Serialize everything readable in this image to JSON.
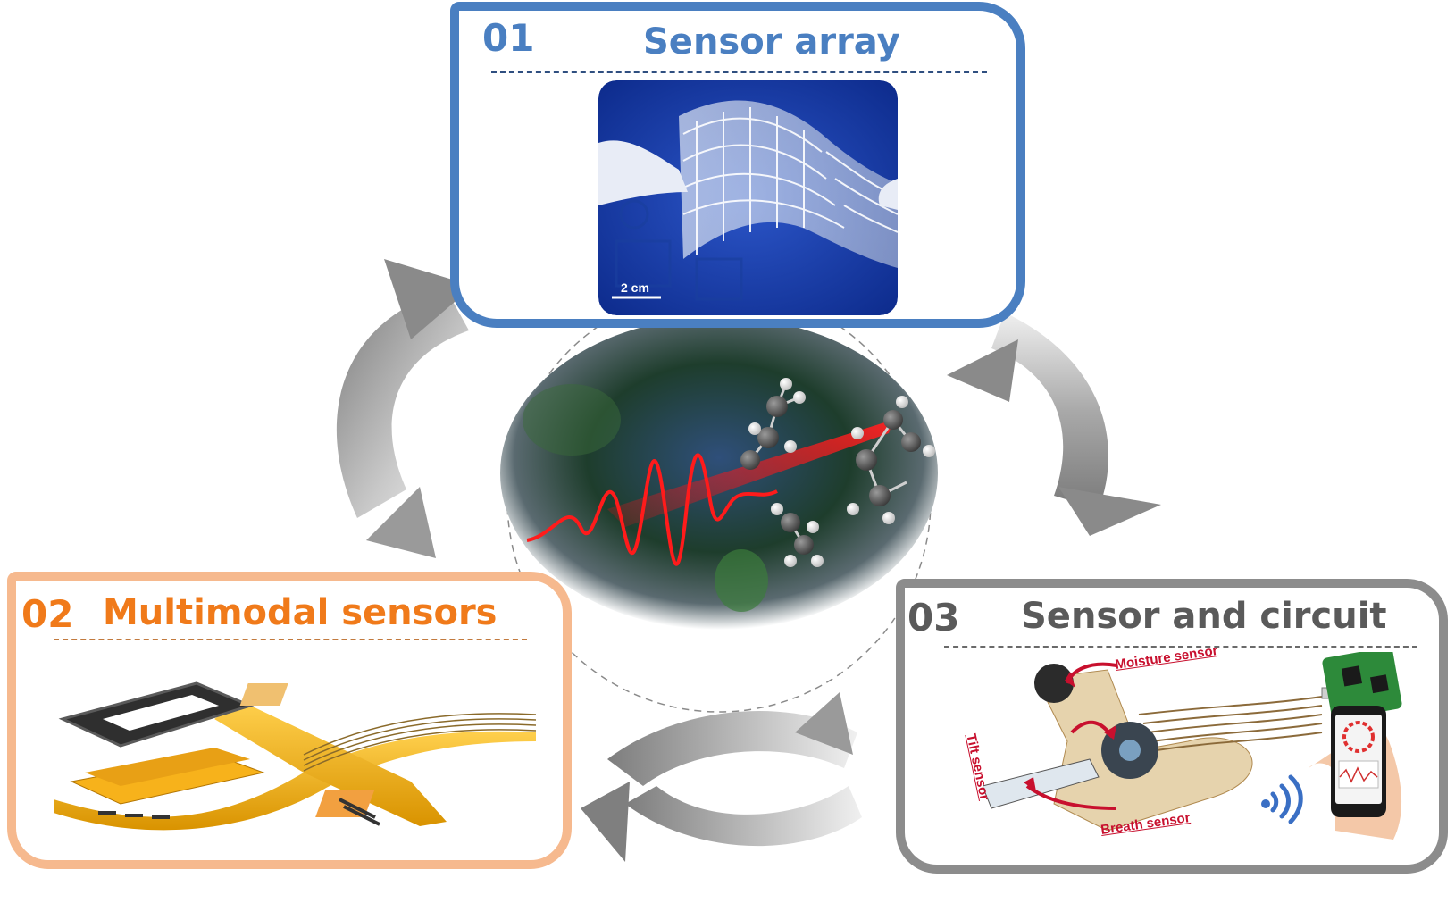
{
  "panels": {
    "top": {
      "number": "01",
      "title": "Sensor array",
      "scale_bar": "2 cm",
      "color": "#4a7fc1"
    },
    "left": {
      "number": "02",
      "title": "Multimodal sensors",
      "color": "#f07a1a",
      "border_color": "#f6b98e"
    },
    "right": {
      "number": "03",
      "title": "Sensor and circuit",
      "color": "#5a5a5a",
      "border_color": "#8c8c8c",
      "labels": {
        "moisture": "Moisture sensor",
        "tilt": "Tilt sensor",
        "breath": "Breath sensor"
      }
    }
  },
  "icons": [
    "cycle-arrow-icon",
    "wifi-icon",
    "smartphone-icon",
    "molecule-icon"
  ],
  "colors": {
    "arrow_gray": "#8f8f8f",
    "laser_red": "#e0131a",
    "label_red": "#c8102e"
  }
}
